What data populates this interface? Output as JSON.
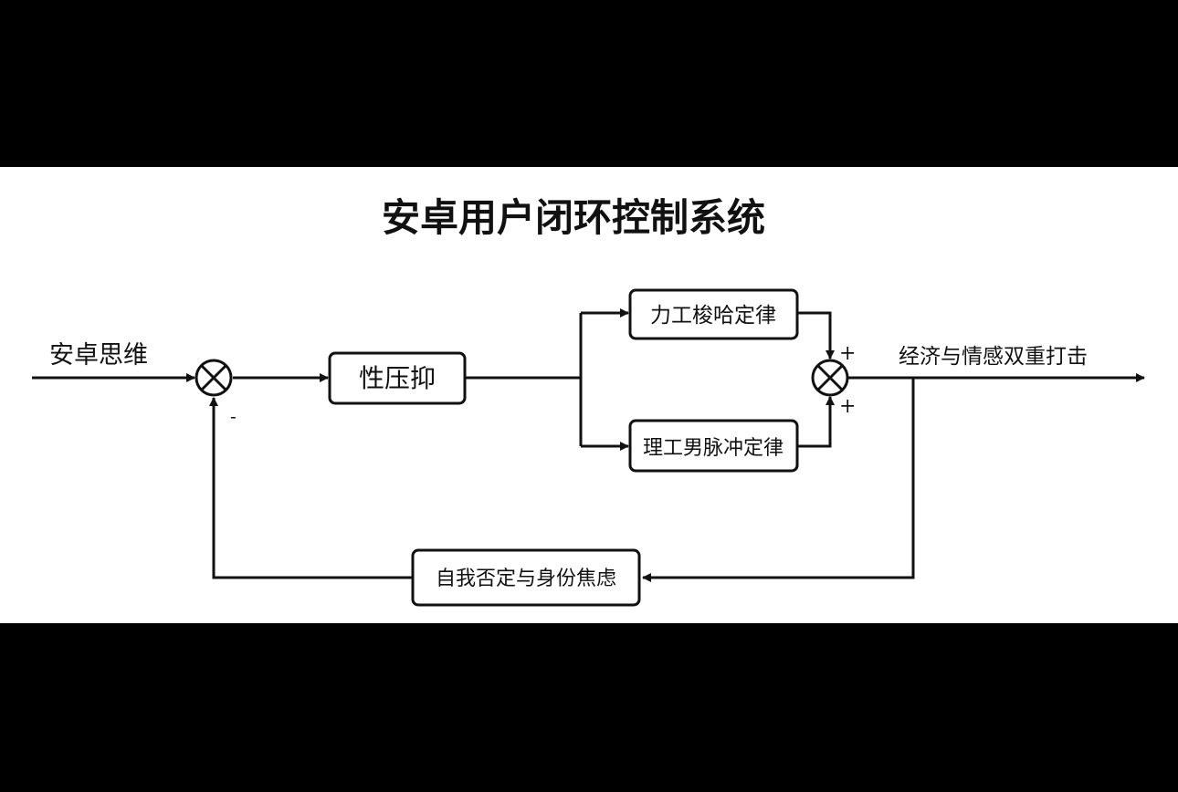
{
  "title": "安卓用户闭环控制系统",
  "input_label": "安卓思维",
  "output_label": "经济与情感双重打击",
  "blocks": {
    "main": "性压抑",
    "upper": "力工梭哈定律",
    "lower": "理工男脉冲定律",
    "feedback": "自我否定与身份焦虑"
  },
  "signs": {
    "feedback_minus": "-",
    "upper_plus": "+",
    "lower_plus": "+"
  },
  "colors": {
    "background_band": "#000000",
    "panel": "#ffffff",
    "stroke": "#111111"
  }
}
